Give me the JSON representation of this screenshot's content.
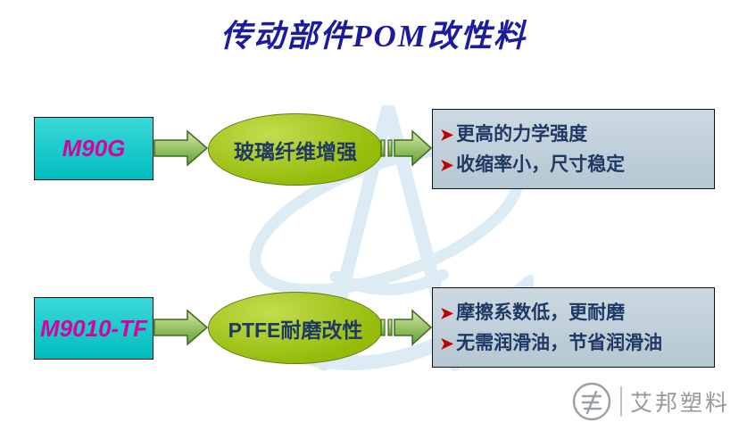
{
  "title": "传动部件POM改性料",
  "bullet_char": "➤",
  "rows": [
    {
      "source": "M90G",
      "process": "玻璃纤维增强",
      "benefits": [
        "更高的力学强度",
        "收缩率小，尺寸稳定"
      ]
    },
    {
      "source": "M9010-TF",
      "process": "PTFE耐磨改性",
      "benefits": [
        "摩擦系数低，更耐磨",
        "无需润滑油，节省润滑油"
      ]
    }
  ],
  "footer": {
    "brand": "艾邦塑料"
  },
  "colors": {
    "title_text": "#1b1b9e",
    "source_box_fill": "#00bdbf",
    "source_box_text": "#d8009e",
    "ellipse_fill": "#93bb07",
    "ellipse_text": "#1f3864",
    "arrow_fill": "#76b043",
    "benefit_box_fill": "#c3d2dc",
    "benefit_text": "#1f3864",
    "bullet_color": "#c00000",
    "watermark_blue": "#c3dbed",
    "footer_gray": "#95999e"
  }
}
